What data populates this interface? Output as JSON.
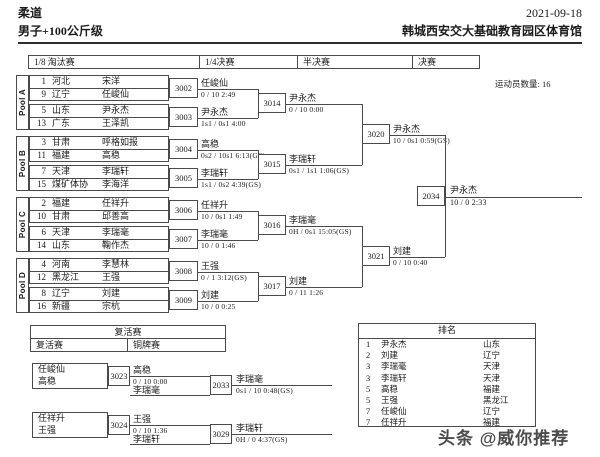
{
  "header": {
    "sport": "柔道",
    "category": "男子+100公斤级",
    "date": "2021-09-18",
    "venue": "韩城西安交大基础教育园区体育馆",
    "athlete_count_label": "运动员数量: 16"
  },
  "round_headers": [
    "1/8 淘汰赛",
    "1/4决赛",
    "半决赛",
    "决赛"
  ],
  "pools": [
    {
      "label": "Pool A",
      "matches": [
        {
          "no": "3002",
          "rows": [
            {
              "seed": "1",
              "region": "河北",
              "name": "宋洋"
            },
            {
              "seed": "9",
              "region": "辽宁",
              "name": "任峻仙"
            }
          ]
        },
        {
          "no": "3003",
          "rows": [
            {
              "seed": "5",
              "region": "山东",
              "name": "尹永杰"
            },
            {
              "seed": "13",
              "region": "广东",
              "name": "王泽凯"
            }
          ]
        }
      ]
    },
    {
      "label": "Pool B",
      "matches": [
        {
          "no": "3004",
          "rows": [
            {
              "seed": "3",
              "region": "甘肃",
              "name": "呼格如报"
            },
            {
              "seed": "11",
              "region": "福建",
              "name": "高稳"
            }
          ]
        },
        {
          "no": "3005",
          "rows": [
            {
              "seed": "7",
              "region": "天津",
              "name": "李瑞轩"
            },
            {
              "seed": "15",
              "region": "煤矿体协",
              "name": "李海洋"
            }
          ]
        }
      ]
    },
    {
      "label": "Pool C",
      "matches": [
        {
          "no": "3006",
          "rows": [
            {
              "seed": "2",
              "region": "福建",
              "name": "任祥升"
            },
            {
              "seed": "10",
              "region": "甘肃",
              "name": "邱善高"
            }
          ]
        },
        {
          "no": "3007",
          "rows": [
            {
              "seed": "6",
              "region": "天津",
              "name": "李瑞毫"
            },
            {
              "seed": "14",
              "region": "山东",
              "name": "鞠作杰"
            }
          ]
        }
      ]
    },
    {
      "label": "Pool D",
      "matches": [
        {
          "no": "3008",
          "rows": [
            {
              "seed": "4",
              "region": "河南",
              "name": "李慧林"
            },
            {
              "seed": "12",
              "region": "黑龙江",
              "name": "王强"
            }
          ]
        },
        {
          "no": "3009",
          "rows": [
            {
              "seed": "8",
              "region": "辽宁",
              "name": "刘建"
            },
            {
              "seed": "16",
              "region": "新疆",
              "name": "宗杭"
            }
          ]
        }
      ]
    }
  ],
  "quarterfinals": [
    {
      "winner": "任峻仙",
      "score": "0 / 10 2:49"
    },
    {
      "winner": "尹永杰",
      "score": "1s1 / 0s1 4:00"
    },
    {
      "winner": "高稳",
      "score": "0s2 / 10s1 6:13(GS)"
    },
    {
      "winner": "李瑞轩",
      "score": "1s1 / 0s2 4:39(GS)"
    },
    {
      "winner": "任祥升",
      "score": "10 / 0s1 1:49"
    },
    {
      "winner": "李瑞毫",
      "score": "10 / 0 1:46"
    },
    {
      "winner": "王强",
      "score": "0 / 1 3:12(GS)"
    },
    {
      "winner": "刘建",
      "score": "10 / 0 0:25"
    }
  ],
  "qf_boxes": [
    "3014",
    "3015",
    "3016",
    "3017"
  ],
  "semifinals": [
    {
      "winner": "尹永杰",
      "score": "0 / 10 0:00"
    },
    {
      "winner": "李瑞轩",
      "score": "0s1 / 1s1 1:06(GS)"
    },
    {
      "winner": "李瑞毫",
      "score": "0H / 0s1 15:05(GS)"
    },
    {
      "winner": "刘建",
      "score": "0 / 11 1:26"
    }
  ],
  "sf_boxes": [
    "3020",
    "3021"
  ],
  "finals": [
    {
      "winner": "尹永杰",
      "score": "10 / 0s1 0:59(GS)"
    },
    {
      "winner": "刘建",
      "score": "0 / 10 0:40"
    }
  ],
  "final_box": "2034",
  "champion": {
    "name": "尹永杰",
    "score": "10 / 0 2:33"
  },
  "repechage": {
    "title": "复活赛",
    "sub_headers": [
      "复活赛",
      "铜牌赛"
    ],
    "groups": [
      {
        "pair_a": "任峻仙",
        "pair_b": "高稳",
        "pair_no": "3023",
        "semi_winner": "高稳",
        "semi_score": "0 / 10 0:00",
        "opponent": "李瑞毫",
        "bronze_no": "2033",
        "bronze_winner": "李瑞毫",
        "bronze_score": "0s1 / 10 0:48(GS)"
      },
      {
        "pair_a": "任祥升",
        "pair_b": "王强",
        "pair_no": "3024",
        "semi_winner": "王强",
        "semi_score": "0 / 10 1:36",
        "opponent": "李瑞轩",
        "bronze_no": "3029",
        "bronze_winner": "李瑞轩",
        "bronze_score": "0H / 0 4:37(GS)"
      }
    ]
  },
  "ranking": {
    "title": "排名",
    "rows": [
      {
        "rank": "1",
        "name": "尹永杰",
        "region": "山东"
      },
      {
        "rank": "2",
        "name": "刘建",
        "region": "辽宁"
      },
      {
        "rank": "3",
        "name": "李瑞毫",
        "region": "天津"
      },
      {
        "rank": "3",
        "name": "李瑞轩",
        "region": "天津"
      },
      {
        "rank": "5",
        "name": "高稳",
        "region": "福建"
      },
      {
        "rank": "5",
        "name": "王强",
        "region": "黑龙江"
      },
      {
        "rank": "7",
        "name": "任峻仙",
        "region": "辽宁"
      },
      {
        "rank": "7",
        "name": "任祥升",
        "region": "福建"
      }
    ]
  },
  "watermark": "头条 @威你推荐"
}
